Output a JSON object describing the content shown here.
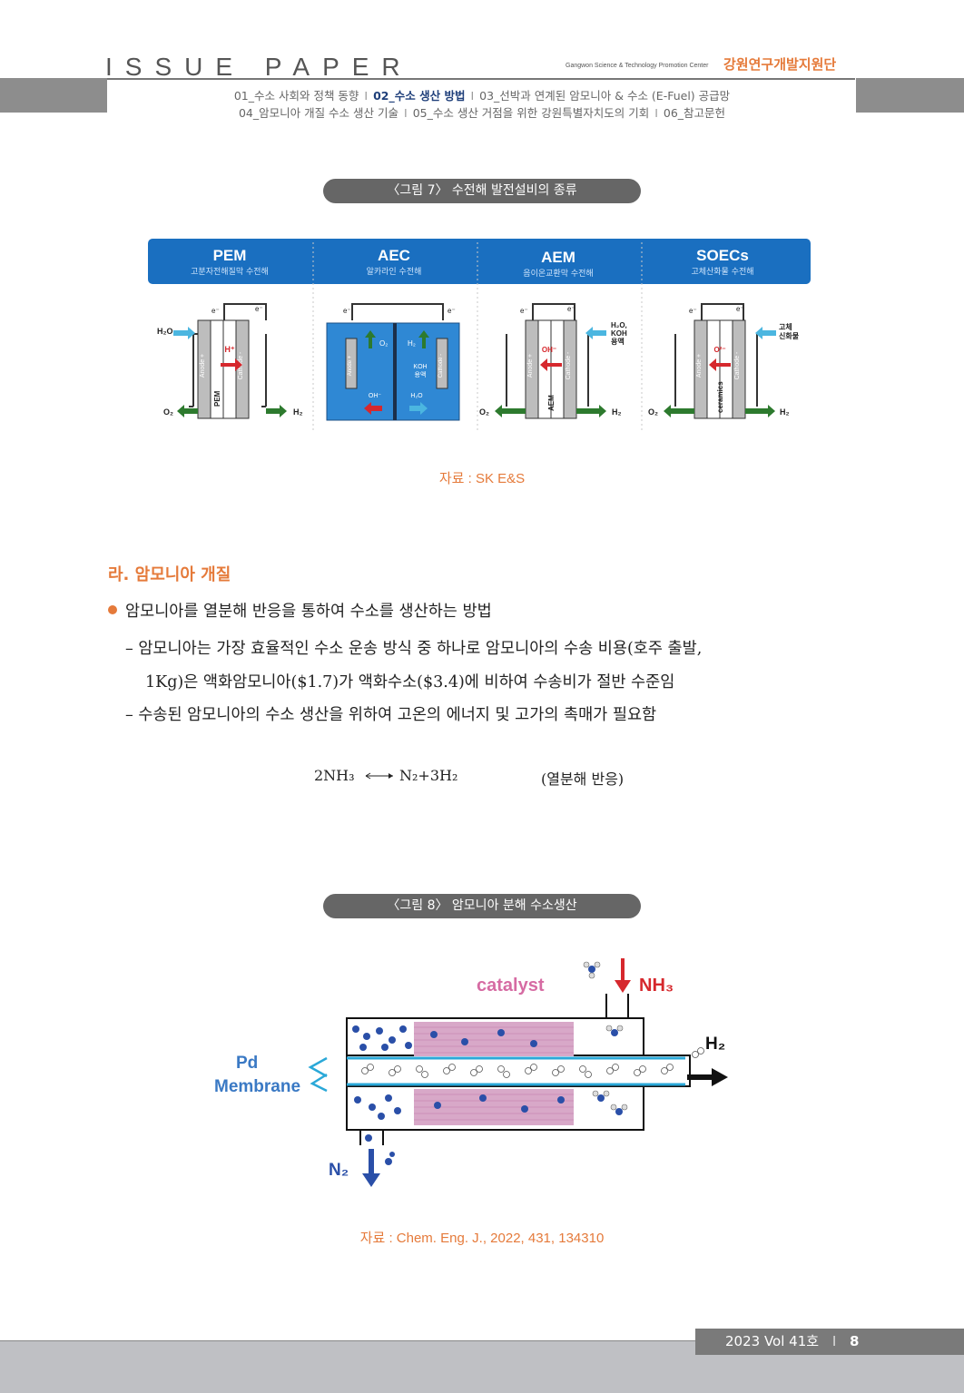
{
  "header": {
    "brand": "ISSUE PAPER",
    "center_en": "Gangwon Science & Technology Promotion Center",
    "center_ko": "강원연구개발지원단",
    "nav": {
      "item1": "01_수소 사회와 정책 동향",
      "item2": "02_수소 생산 방법",
      "item3": "03_선박과 연계된 암모니아 & 수소 (E-Fuel) 공급망",
      "item4": "04_암모니아 개질 수소 생산 기술",
      "item5": "05_수소 생산 거점을 위한 강원특별자치도의 기회",
      "item6": "06_참고문헌",
      "separator": "I"
    }
  },
  "figure7": {
    "caption": "〈그림 7〉 수전해 발전설비의 종류",
    "panels": [
      {
        "title": "PEM",
        "subtitle": "고분자전해질막 수전해"
      },
      {
        "title": "AEC",
        "subtitle": "알카라인 수전해"
      },
      {
        "title": "AEM",
        "subtitle": "음이온교환막 수전해"
      },
      {
        "title": "SOECs",
        "subtitle": "고체산화물 수전해"
      }
    ],
    "labels": {
      "h2o": "H₂O",
      "o2": "O₂",
      "h2": "H₂",
      "hplus": "H⁺",
      "ohminus": "OH⁻",
      "o2minus": "O²⁻",
      "electron": "e⁻",
      "anode": "Anode +",
      "cathode": "Cathode -",
      "pem": "PEM",
      "aem": "AEM",
      "ceramics": "ceramics",
      "koh": "KOH",
      "koh_sol": "용액",
      "h2o_koh_line1": "H₂O,",
      "h2o_koh_line2": "KOH",
      "h2o_koh_line3": "용액",
      "solid_oxide_line1": "고체",
      "solid_oxide_line2": "신화물"
    },
    "source": "자료 : SK E&S"
  },
  "section": {
    "title": "라. 암모니아 개질",
    "bullet": "암모니아를 열분해 반응을 통하여 수소를 생산하는 방법",
    "dash1_line1": "– 암모니아는 가장 효율적인 수소 운송 방식 중 하나로 암모니아의 수송 비용(호주 출발,",
    "dash1_line2": "1Kg)은 액화암모니아($1.7)가 액화수소($3.4)에 비하여 수송비가 절반 수준임",
    "dash2": "– 수송된 암모니아의 수소 생산을 위하여 고온의 에너지 및 고가의 촉매가 필요함",
    "equation_left": "2NH₃",
    "equation_right": "N₂+3H₂",
    "equation_note": "(열분해 반응)"
  },
  "figure8": {
    "caption": "〈그림 8〉 암모니아 분해 수소생산",
    "labels": {
      "catalyst": "catalyst",
      "nh3": "NH₃",
      "h2": "H₂",
      "pd": "Pd",
      "membrane": "Membrane",
      "n2": "N₂"
    },
    "source": "자료 : Chem. Eng. J., 2022, 431, 134310"
  },
  "footer": {
    "issue": "2023 Vol 41호",
    "separator": "I",
    "page": "8"
  },
  "colors": {
    "accent": "#e57a3a",
    "nav_active": "#1f3f7a",
    "fig_blue": "#1a6fc0",
    "arrow_red": "#d6282d",
    "arrow_green": "#2d7a2e",
    "arrow_cyan": "#4bb6e0"
  }
}
